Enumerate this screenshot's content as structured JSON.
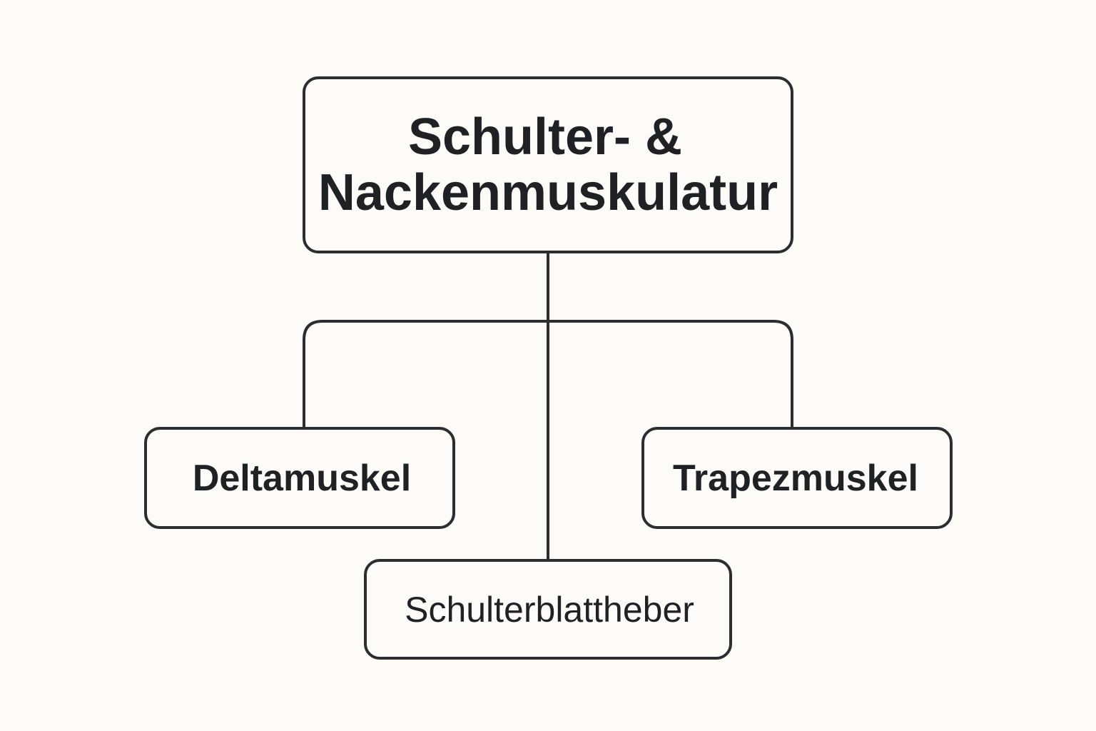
{
  "diagram": {
    "type": "tree",
    "root": {
      "id": "root",
      "line1": "Schulter- &",
      "line2": "Nackenmuskulatur"
    },
    "children": [
      {
        "id": "child-1",
        "label": "Deltamuskel"
      },
      {
        "id": "child-2",
        "label": "Schulterblattheber"
      },
      {
        "id": "child-3",
        "label": "Trapezmuskel"
      }
    ],
    "edges": [
      {
        "from": "root",
        "to": "child-1"
      },
      {
        "from": "root",
        "to": "child-2"
      },
      {
        "from": "root",
        "to": "child-3"
      }
    ]
  },
  "colors": {
    "background": "#fcfbf7",
    "stroke": "#2b2d2f",
    "text": "#1f2124"
  }
}
